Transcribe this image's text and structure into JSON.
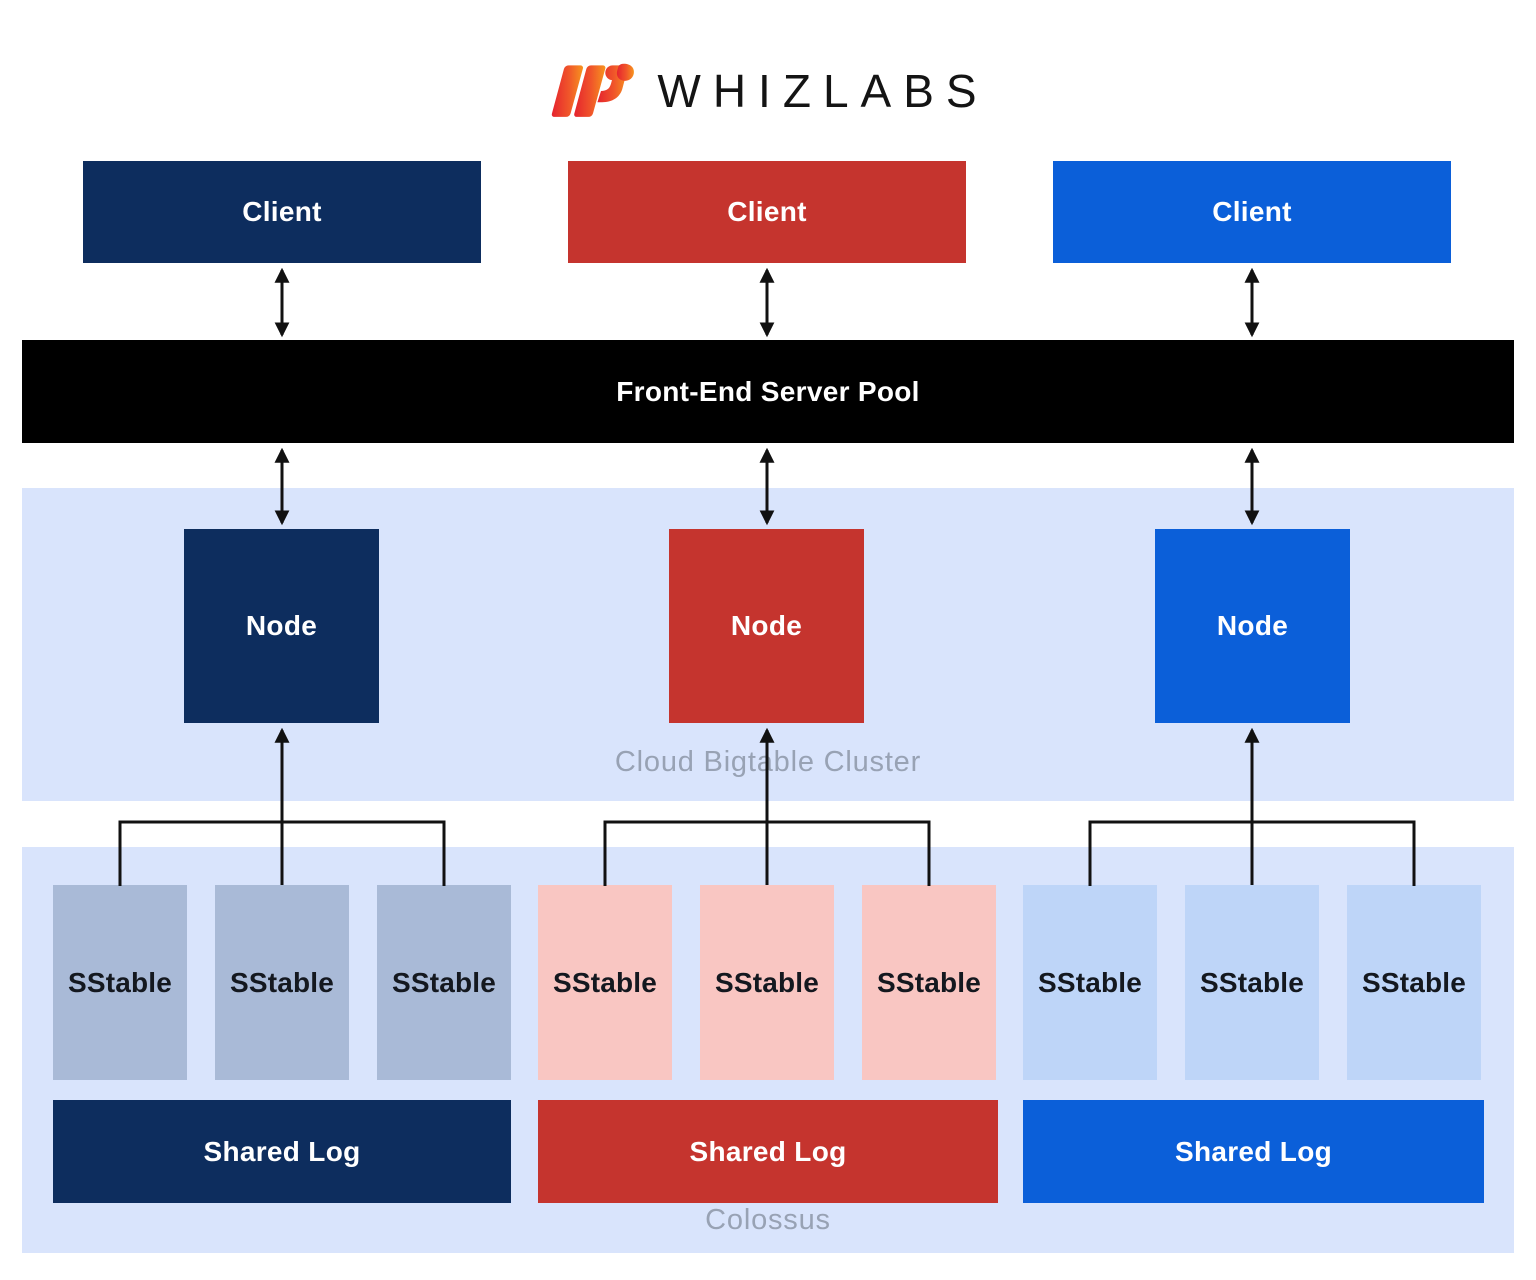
{
  "logo": {
    "text": "WHIZLABS",
    "icon": "whizlabs-w-icon",
    "icon_gradient": {
      "start": "#e5232e",
      "mid": "#f0562a",
      "end": "#f7941e"
    }
  },
  "clients": [
    {
      "label": "Client",
      "color": "#0d2d5e"
    },
    {
      "label": "Client",
      "color": "#c5342e"
    },
    {
      "label": "Client",
      "color": "#0b5fd9"
    }
  ],
  "front_end": {
    "label": "Front-End Server Pool",
    "color": "#000000"
  },
  "bigtable_cluster": {
    "label": "Cloud Bigtable Cluster",
    "band_color": "#d9e4fc",
    "nodes": [
      {
        "label": "Node",
        "color": "#0d2d5e"
      },
      {
        "label": "Node",
        "color": "#c5342e"
      },
      {
        "label": "Node",
        "color": "#0b5fd9"
      }
    ]
  },
  "colossus": {
    "label": "Colossus",
    "band_color": "#d9e4fc",
    "groups": [
      {
        "sstable_color": "#a9bad7",
        "sstables": [
          "SStable",
          "SStable",
          "SStable"
        ],
        "shared_log": {
          "label": "Shared Log",
          "color": "#0d2d5e"
        }
      },
      {
        "sstable_color": "#f9c6c2",
        "sstables": [
          "SStable",
          "SStable",
          "SStable"
        ],
        "shared_log": {
          "label": "Shared Log",
          "color": "#c5342e"
        }
      },
      {
        "sstable_color": "#bed5f8",
        "sstables": [
          "SStable",
          "SStable",
          "SStable"
        ],
        "shared_log": {
          "label": "Shared Log",
          "color": "#0b5fd9"
        }
      }
    ]
  },
  "text_colors": {
    "band_label": "#98a2b4",
    "arrow": "#111111"
  }
}
